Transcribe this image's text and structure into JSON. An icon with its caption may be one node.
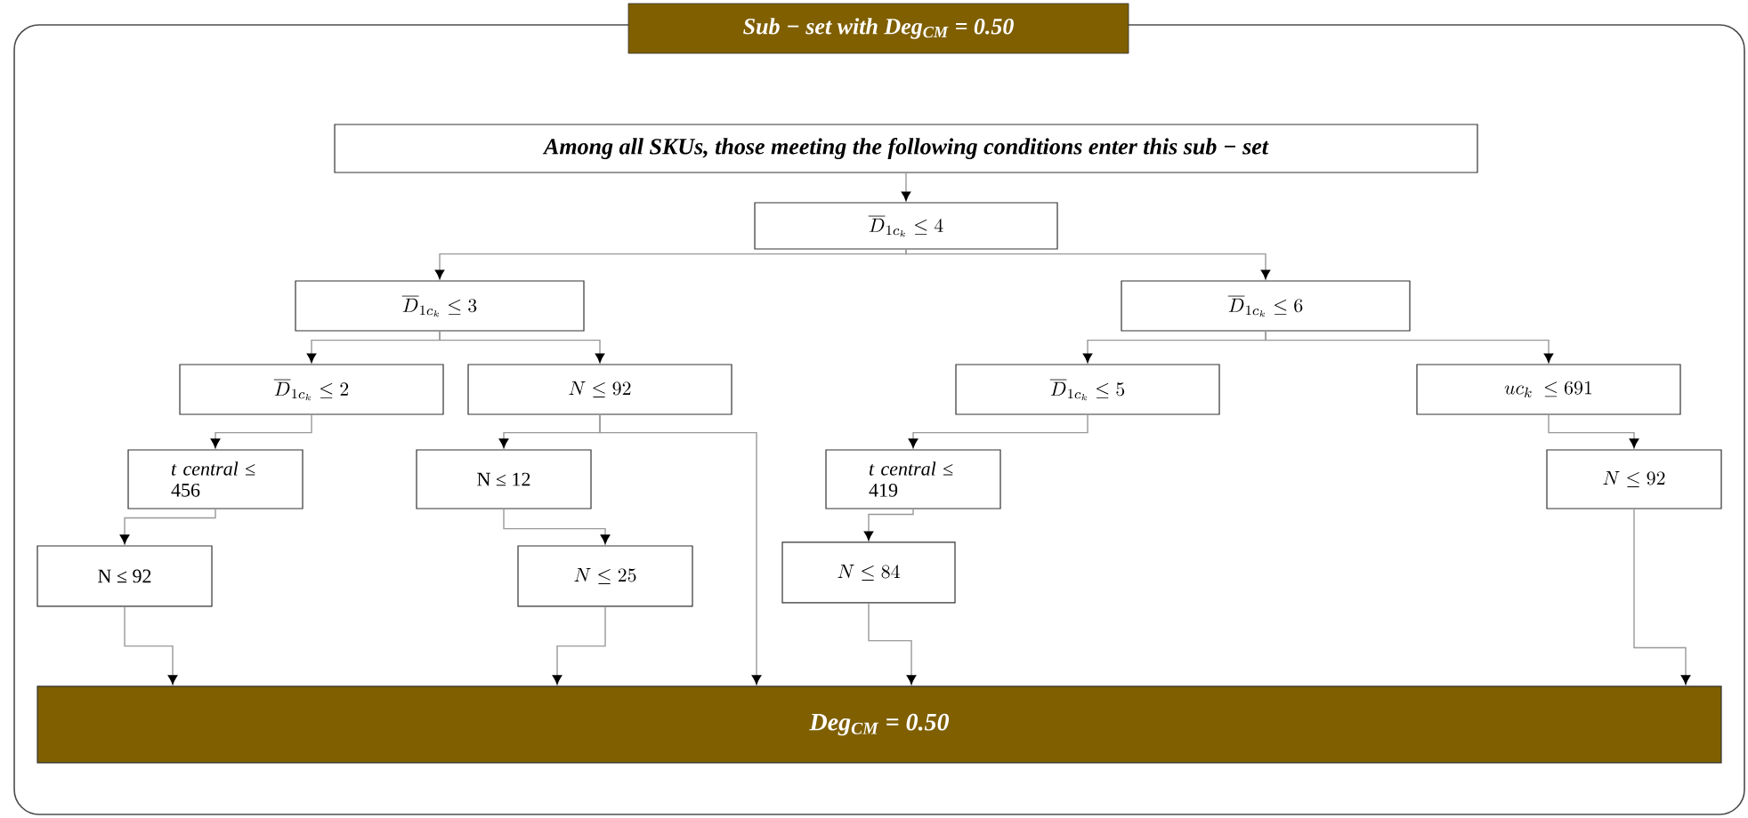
{
  "diagram": {
    "title": "Sub − set with Deg$_{CM}$ = 0.50",
    "nodes": [
      {
        "text": [
          "Among all SKUs, those meeting the following conditions enter this sub − set"
        ]
      },
      {
        "text": [
          "\\overline{D}_{1c_k} \\leq 4"
        ]
      },
      {
        "text": [
          "\\overline{D}_{1c_k} \\leq 3"
        ]
      },
      {
        "text": [
          "\\overline{D}_{1c_k} \\leq 6"
        ]
      },
      {
        "text": [
          "\\overline{D}_{1c_k} \\leq 2"
        ]
      },
      {
        "text": [
          "N \\leq 92"
        ]
      },
      {
        "text": [
          "\\overline{D}_{1c_k} \\leq 5"
        ]
      },
      {
        "text": [
          "uc_k\\ \\leq 691"
        ]
      },
      {
        "text": [
          "*t central* ≤ 456"
        ]
      },
      {
        "text": [
          "N ≤ 12"
        ]
      },
      {
        "text": [
          "*t central* ≤ 419"
        ]
      },
      {
        "text": [
          "N \\leq 92"
        ]
      },
      {
        "text": [
          "N ≤ 92"
        ]
      },
      {
        "text": [
          "N \\leq 25"
        ]
      },
      {
        "text": [
          "N \\leq 84"
        ]
      },
      {
        "text": [
          "Deg$_{CM}$ = 0.50"
        ]
      }
    ],
    "edges": [
      {
        "from": 0,
        "to": 1,
        "arrow": "to"
      },
      {
        "from": 1,
        "to": 2,
        "arrow": "to"
      },
      {
        "from": 1,
        "to": 3,
        "arrow": "to"
      },
      {
        "from": 2,
        "to": 4,
        "arrow": "to"
      },
      {
        "from": 2,
        "to": 5,
        "arrow": "to"
      },
      {
        "from": 3,
        "to": 6,
        "arrow": "to"
      },
      {
        "from": 3,
        "to": 7,
        "arrow": "to"
      },
      {
        "from": 4,
        "to": 8,
        "arrow": "to"
      },
      {
        "from": 5,
        "to": 9,
        "arrow": "to"
      },
      {
        "from": 5,
        "to": 15,
        "arrow": "to"
      },
      {
        "from": 6,
        "to": 10,
        "arrow": "to"
      },
      {
        "from": 7,
        "to": 11,
        "arrow": "to"
      },
      {
        "from": 8,
        "to": 12,
        "arrow": "to"
      },
      {
        "from": 9,
        "to": 13,
        "arrow": "to"
      },
      {
        "from": 10,
        "to": 14,
        "arrow": "to"
      },
      {
        "from": 12,
        "to": 15,
        "arrow": "to"
      },
      {
        "from": 13,
        "to": 15,
        "arrow": "to"
      },
      {
        "from": 14,
        "to": 15,
        "arrow": "to"
      },
      {
        "from": 11,
        "to": 15,
        "arrow": "to"
      }
    ]
  }
}
